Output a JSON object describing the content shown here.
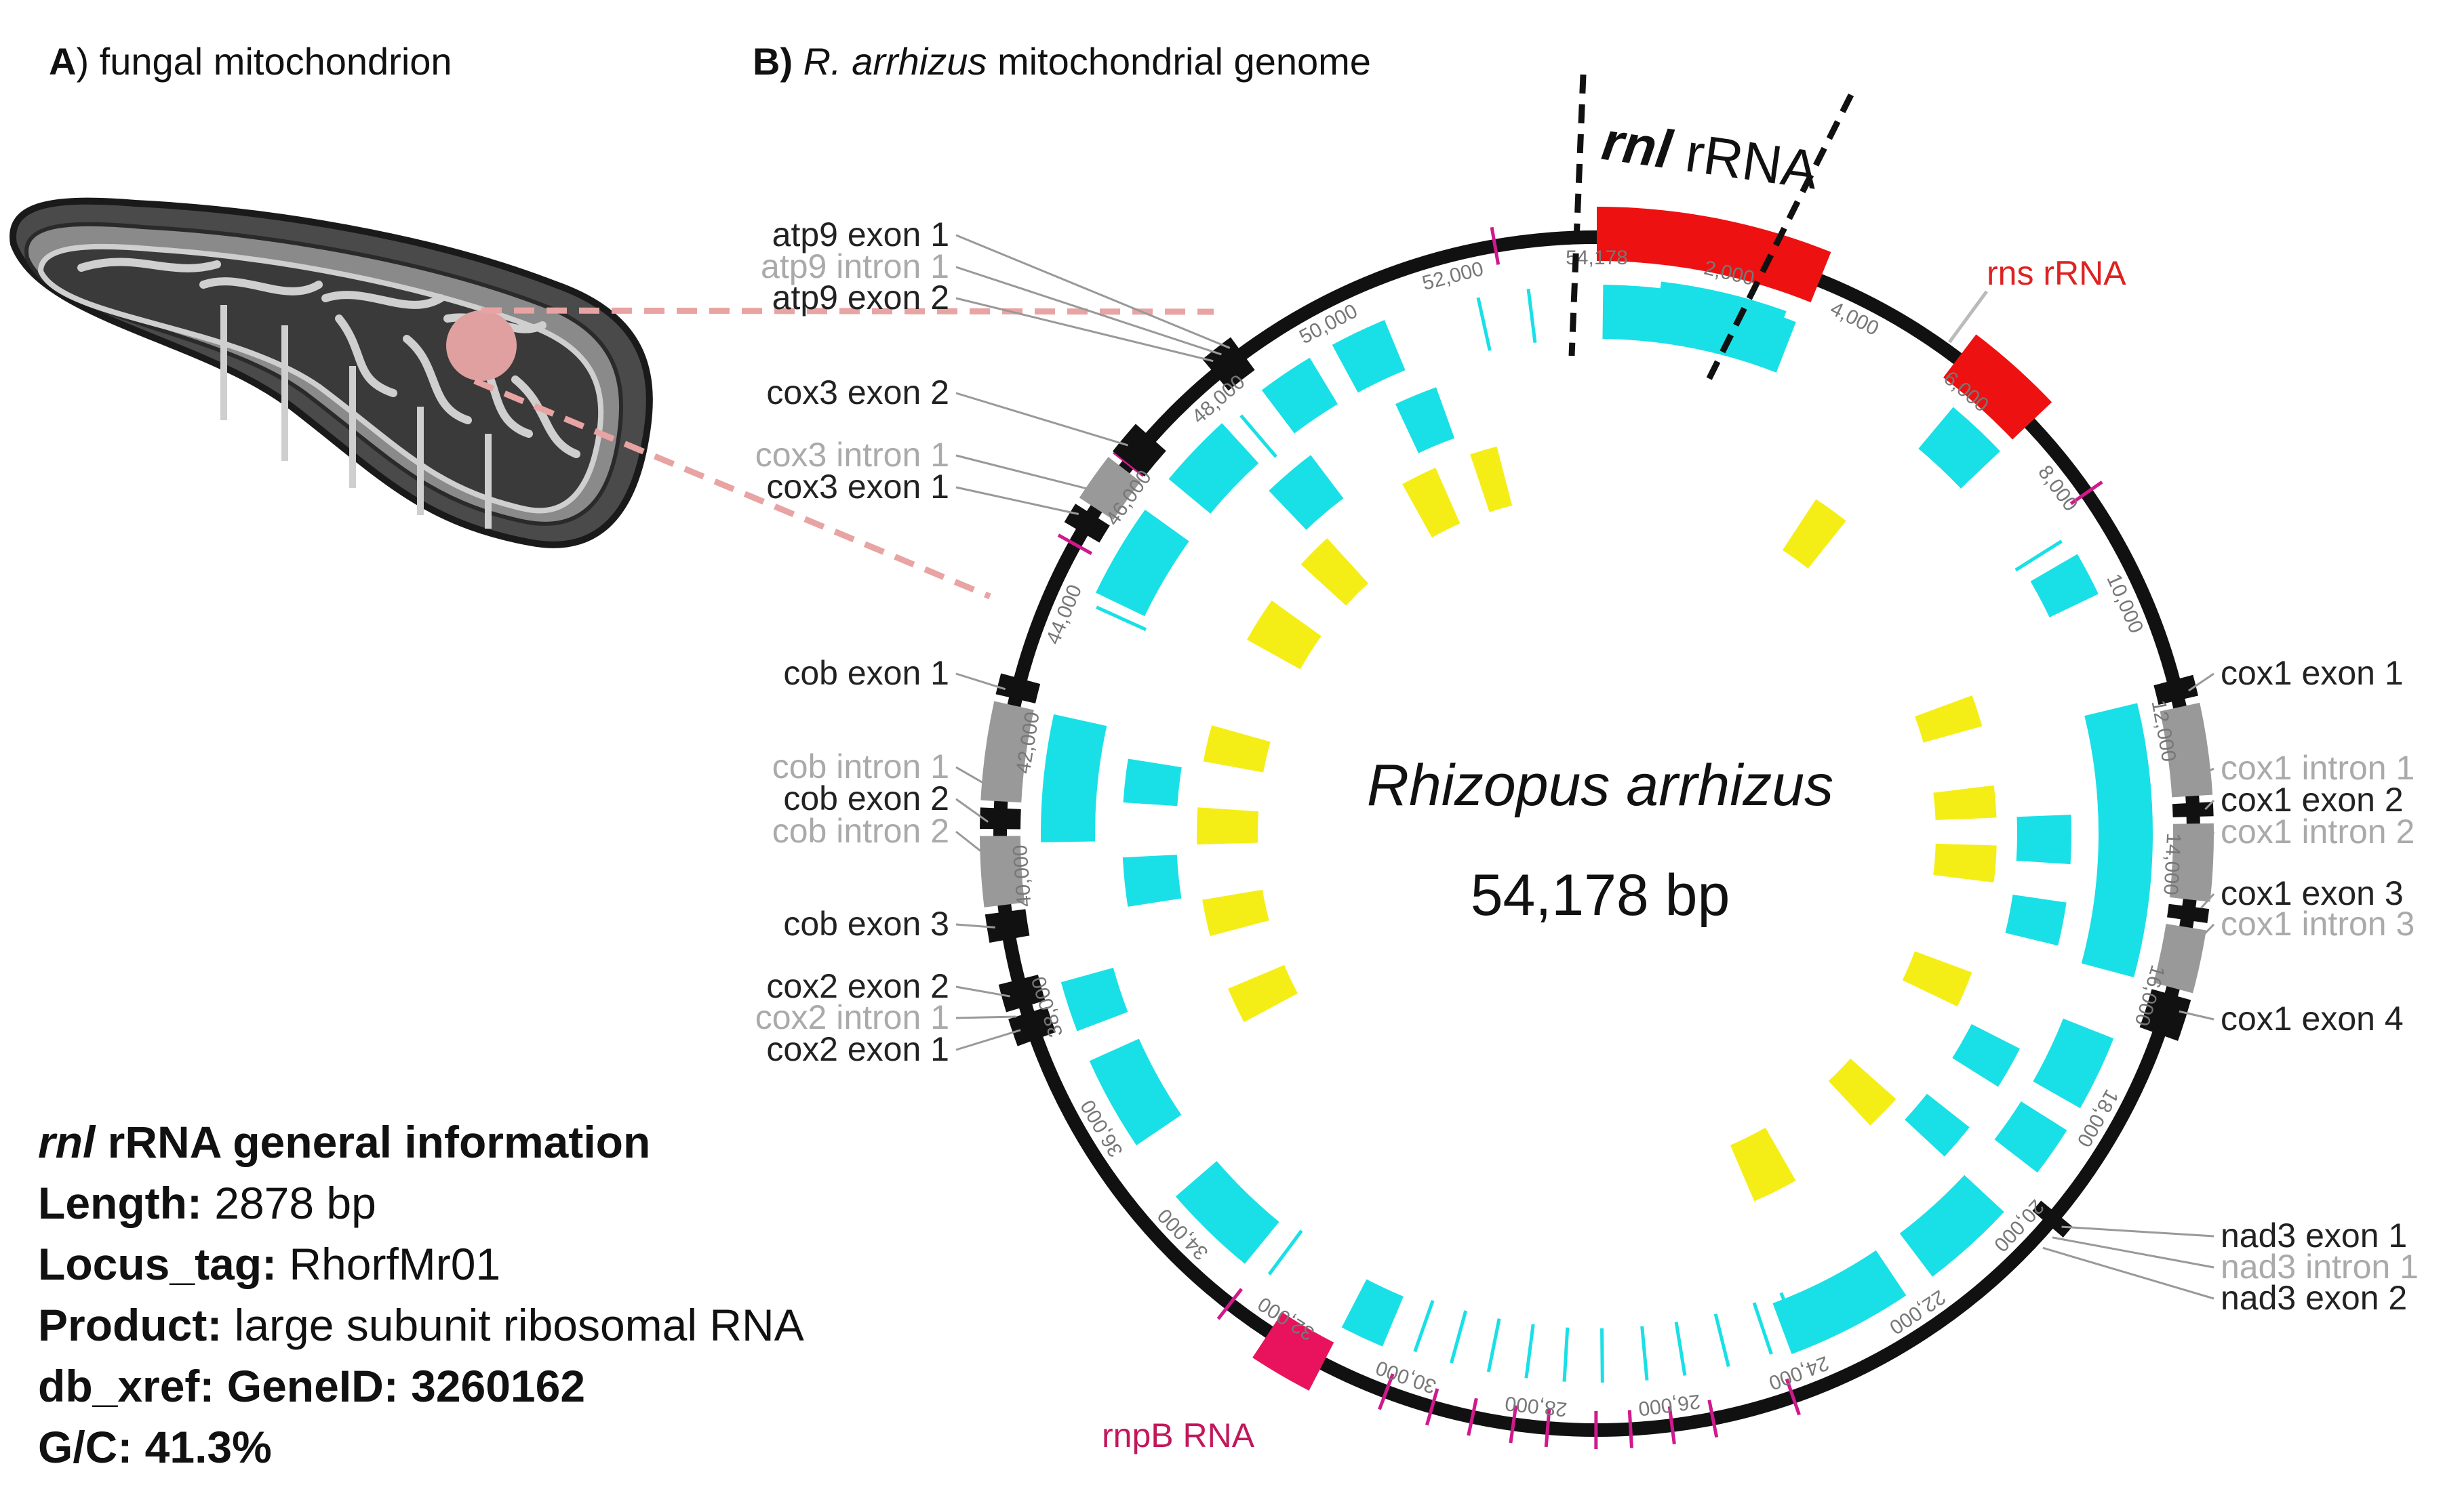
{
  "panel_a": {
    "letter": "A",
    "title": ") fungal mitochondrion"
  },
  "panel_b": {
    "letter": "B)",
    "italic": "R. arrhizus",
    "rest": " mitochondrial genome"
  },
  "genome": {
    "species": "Rhizopus arrhizus",
    "size_label": "54,178 bp",
    "length_bp": 54178
  },
  "region_label": {
    "gene": "rnl",
    "suffix": " rRNA"
  },
  "ticks": [
    "2,000",
    "4,000",
    "6,000",
    "8,000",
    "10,000",
    "12,000",
    "14,000",
    "16,000",
    "18,000",
    "20,000",
    "22,000",
    "24,000",
    "26,000",
    "28,000",
    "30,000",
    "32,000",
    "34,000",
    "36,000",
    "38,000",
    "40,000",
    "42,000",
    "44,000",
    "46,000",
    "48,000",
    "50,000",
    "52,000",
    "54,178"
  ],
  "features": [
    {
      "id": "rnl",
      "label": "",
      "start": 0,
      "end": 3300,
      "type": "rRNA",
      "color": "#ee1111"
    },
    {
      "id": "rns",
      "label": "rns rRNA",
      "start": 5600,
      "end": 7000,
      "type": "rRNA",
      "color": "#ee1111"
    },
    {
      "id": "rnpB",
      "label": "rnpB RNA",
      "start": 31200,
      "end": 32100,
      "type": "RNA",
      "color": "#e8135c"
    }
  ],
  "gene_labels": [
    {
      "text": "cox1 exon 1",
      "pos": 11500,
      "color": "#222222"
    },
    {
      "text": "cox1 intron 1",
      "pos": 12700,
      "color": "#aaaaaa"
    },
    {
      "text": "cox1 exon 2",
      "pos": 13200,
      "color": "#222222"
    },
    {
      "text": "cox1 intron 2",
      "pos": 13700,
      "color": "#aaaaaa"
    },
    {
      "text": "cox1 exon 3",
      "pos": 14600,
      "color": "#222222"
    },
    {
      "text": "cox1 intron 3",
      "pos": 15100,
      "color": "#aaaaaa"
    },
    {
      "text": "cox1 exon 4",
      "pos": 16100,
      "color": "#222222"
    },
    {
      "text": "nad3 exon 1",
      "pos": 19600,
      "color": "#222222"
    },
    {
      "text": "nad3 intron 1",
      "pos": 19800,
      "color": "#aaaaaa"
    },
    {
      "text": "nad3 exon 2",
      "pos": 20000,
      "color": "#222222"
    },
    {
      "text": "cox2 exon 1",
      "pos": 37800,
      "color": "#222222"
    },
    {
      "text": "cox2 intron 1",
      "pos": 38000,
      "color": "#aaaaaa"
    },
    {
      "text": "cox2 exon 2",
      "pos": 38300,
      "color": "#222222"
    },
    {
      "text": "cob exon 3",
      "pos": 39300,
      "color": "#222222"
    },
    {
      "text": "cob intron 2",
      "pos": 40300,
      "color": "#aaaaaa"
    },
    {
      "text": "cob exon 2",
      "pos": 40800,
      "color": "#222222"
    },
    {
      "text": "cob intron 1",
      "pos": 41300,
      "color": "#aaaaaa"
    },
    {
      "text": "cob exon 1",
      "pos": 42700,
      "color": "#222222"
    },
    {
      "text": "cox3 exon 1",
      "pos": 45400,
      "color": "#222222"
    },
    {
      "text": "cox3 intron 1",
      "pos": 45800,
      "color": "#aaaaaa"
    },
    {
      "text": "cox3 exon 2",
      "pos": 46600,
      "color": "#222222"
    },
    {
      "text": "atp9 exon 2",
      "pos": 48300,
      "color": "#222222"
    },
    {
      "text": "atp9 intron 1",
      "pos": 48450,
      "color": "#aaaaaa"
    },
    {
      "text": "atp9 exon 1",
      "pos": 48600,
      "color": "#222222"
    }
  ],
  "info": {
    "title_gene": "rnl",
    "title_rest": " rRNA general information",
    "rows": [
      {
        "key": "Length:",
        "value": " 2878 bp"
      },
      {
        "key": "Locus_tag:",
        "value": " RhorfMr01"
      },
      {
        "key": "Product:",
        "value": " large subunit ribosomal RNA"
      },
      {
        "key": "db_xref: GeneID: 3260162",
        "value": ""
      },
      {
        "key": "G/C: 41.3%",
        "value": ""
      }
    ]
  },
  "colors": {
    "backbone": "#111111",
    "cyan": "#19e0e6",
    "yellow": "#f5ee16",
    "magenta": "#d0198c",
    "pink_link": "#e8a3a3",
    "intron_gray": "#999999"
  }
}
